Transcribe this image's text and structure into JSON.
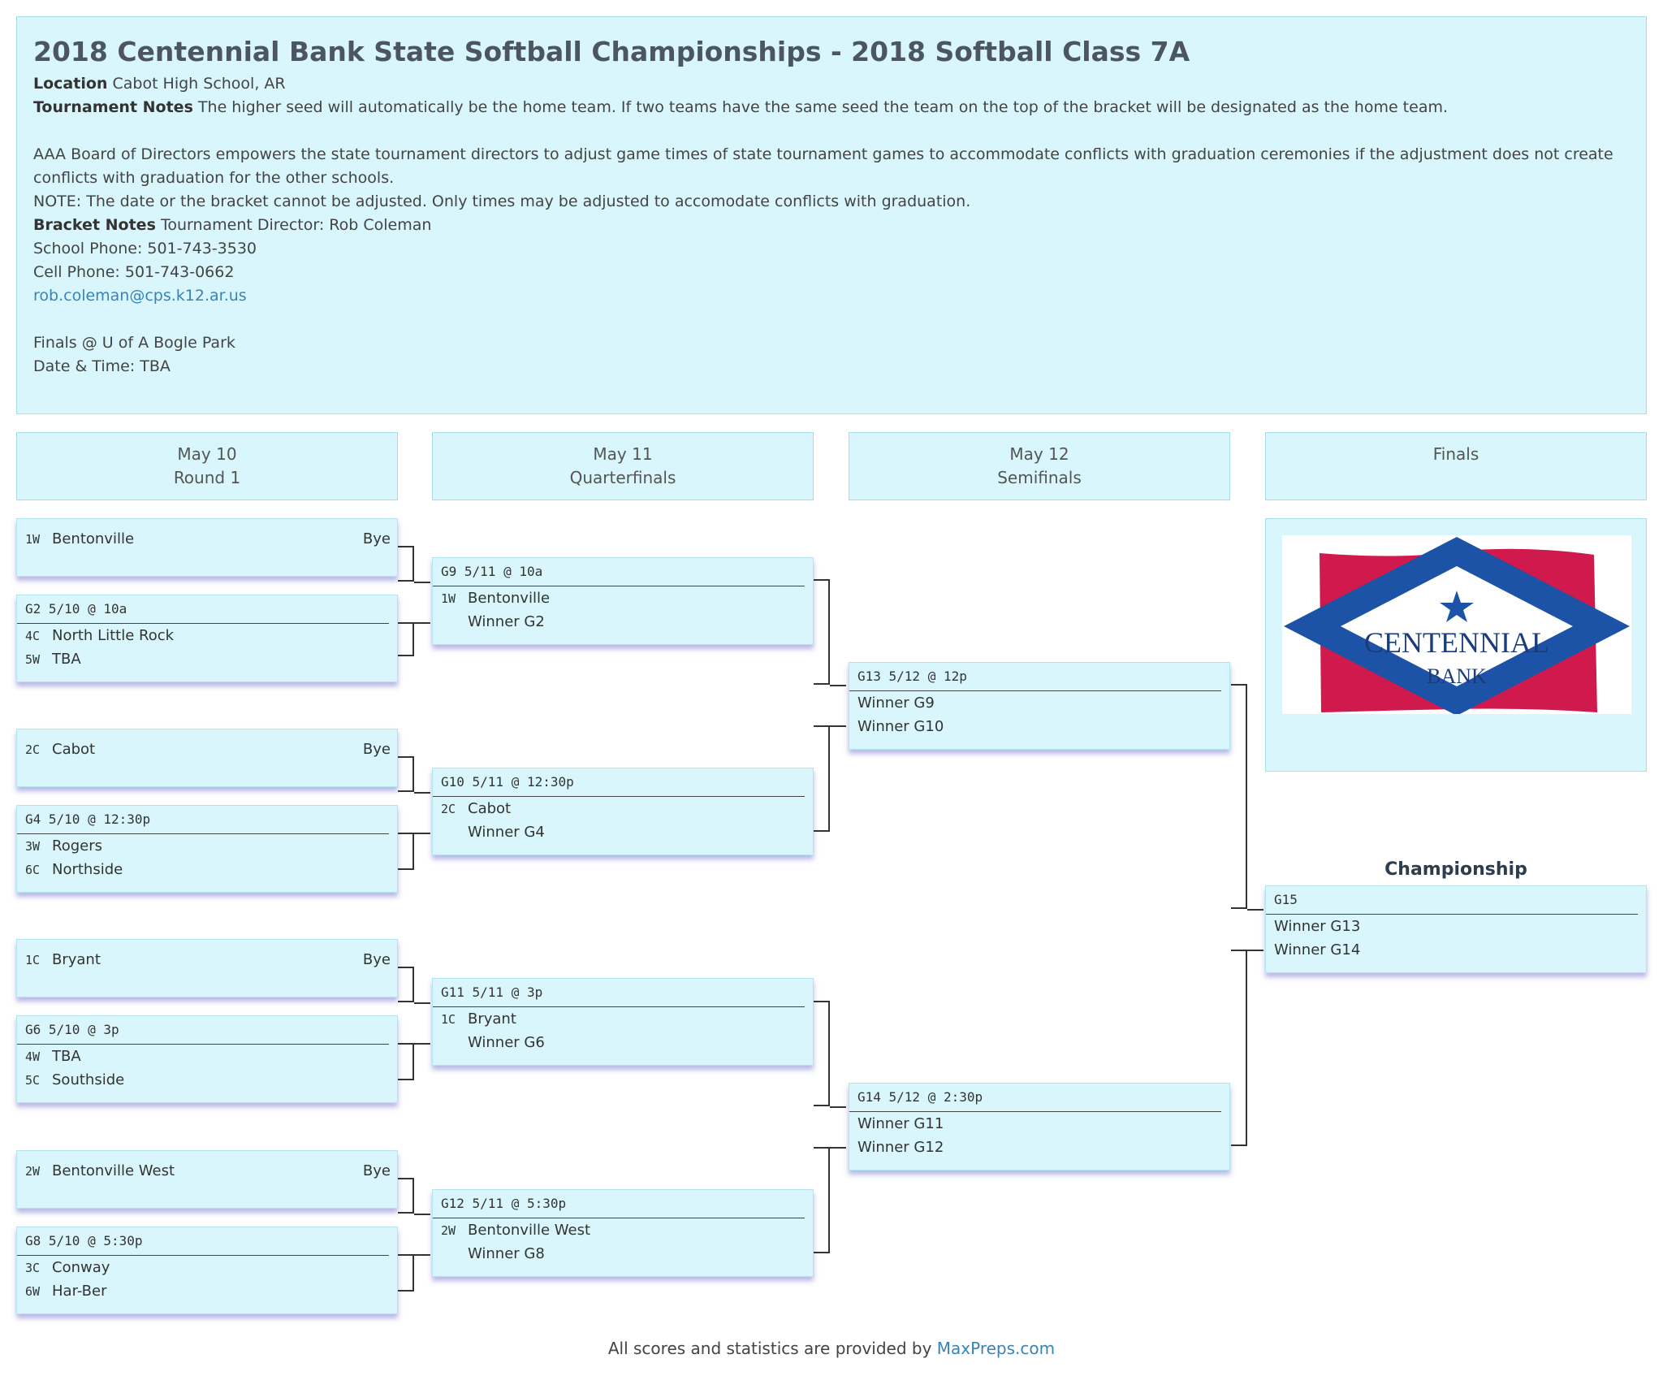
{
  "header": {
    "title": "2018 Centennial Bank State Softball Championships - 2018 Softball Class 7A",
    "location_label": "Location",
    "location_value": "Cabot High School, AR",
    "tournament_notes_label": "Tournament Notes",
    "tournament_notes_value": "The higher seed will automatically be the home team. If two teams have the same seed the team on the top of the bracket will be designated as the home team.",
    "aaa_note": "AAA Board of Directors empowers the state tournament directors to adjust game times of state tournament games to accommodate conflicts with graduation ceremonies if the adjustment does not create conflicts with graduation for the other schools.",
    "date_note": "NOTE: The date or the bracket cannot be adjusted. Only times may be adjusted to accomodate conflicts with graduation.",
    "bracket_notes_label": "Bracket Notes",
    "bracket_notes_value": "Tournament Director: Rob Coleman",
    "school_phone": "School Phone:  501-743-3530",
    "cell_phone": "Cell Phone:  501-743-0662",
    "email": "rob.coleman@cps.k12.ar.us",
    "finals_location": "Finals @ U of A Bogle Park",
    "finals_time": "Date & Time: TBA"
  },
  "columns": [
    {
      "date": "May 10",
      "round": "Round 1"
    },
    {
      "date": "May 11",
      "round": "Quarterfinals"
    },
    {
      "date": "May 12",
      "round": "Semifinals"
    },
    {
      "date": "Finals",
      "round": ""
    }
  ],
  "round1": [
    {
      "seed": "1W",
      "team": "Bentonville",
      "tag": "Bye"
    },
    {
      "game": "G2 5/10 @ 10a",
      "a_seed": "4C",
      "a_team": "North Little Rock",
      "b_seed": "5W",
      "b_team": "TBA"
    },
    {
      "seed": "2C",
      "team": "Cabot",
      "tag": "Bye"
    },
    {
      "game": "G4 5/10 @ 12:30p",
      "a_seed": "3W",
      "a_team": "Rogers",
      "b_seed": "6C",
      "b_team": "Northside"
    },
    {
      "seed": "1C",
      "team": "Bryant",
      "tag": "Bye"
    },
    {
      "game": "G6 5/10 @ 3p",
      "a_seed": "4W",
      "a_team": "TBA",
      "b_seed": "5C",
      "b_team": "Southside"
    },
    {
      "seed": "2W",
      "team": "Bentonville West",
      "tag": "Bye"
    },
    {
      "game": "G8 5/10 @ 5:30p",
      "a_seed": "3C",
      "a_team": "Conway",
      "b_seed": "6W",
      "b_team": "Har-Ber"
    }
  ],
  "quarterfinals": [
    {
      "game": "G9 5/11 @ 10a",
      "a_seed": "1W",
      "a_team": "Bentonville",
      "b_team": "Winner G2"
    },
    {
      "game": "G10 5/11 @ 12:30p",
      "a_seed": "2C",
      "a_team": "Cabot",
      "b_team": "Winner G4"
    },
    {
      "game": "G11 5/11 @ 3p",
      "a_seed": "1C",
      "a_team": "Bryant",
      "b_team": "Winner G6"
    },
    {
      "game": "G12 5/11 @ 5:30p",
      "a_seed": "2W",
      "a_team": "Bentonville West",
      "b_team": "Winner G8"
    }
  ],
  "semifinals": [
    {
      "game": "G13 5/12 @ 12p",
      "a_team": "Winner G9",
      "b_team": "Winner G10"
    },
    {
      "game": "G14 5/12 @ 2:30p",
      "a_team": "Winner G11",
      "b_team": "Winner G12"
    }
  ],
  "finals": {
    "title": "Championship",
    "game": "G15",
    "a_team": "Winner G13",
    "b_team": "Winner G14",
    "logo_text_top": "CENTENNIAL",
    "logo_text_bottom": "BANK"
  },
  "footer": {
    "text": "All scores and statistics are provided by",
    "link": "MaxPreps.com"
  },
  "colors": {
    "panel": "#d9f6fc",
    "border": "#a9dde8",
    "link": "#3a83b6",
    "logo_red": "#d0194d",
    "logo_blue": "#1d53a6"
  }
}
